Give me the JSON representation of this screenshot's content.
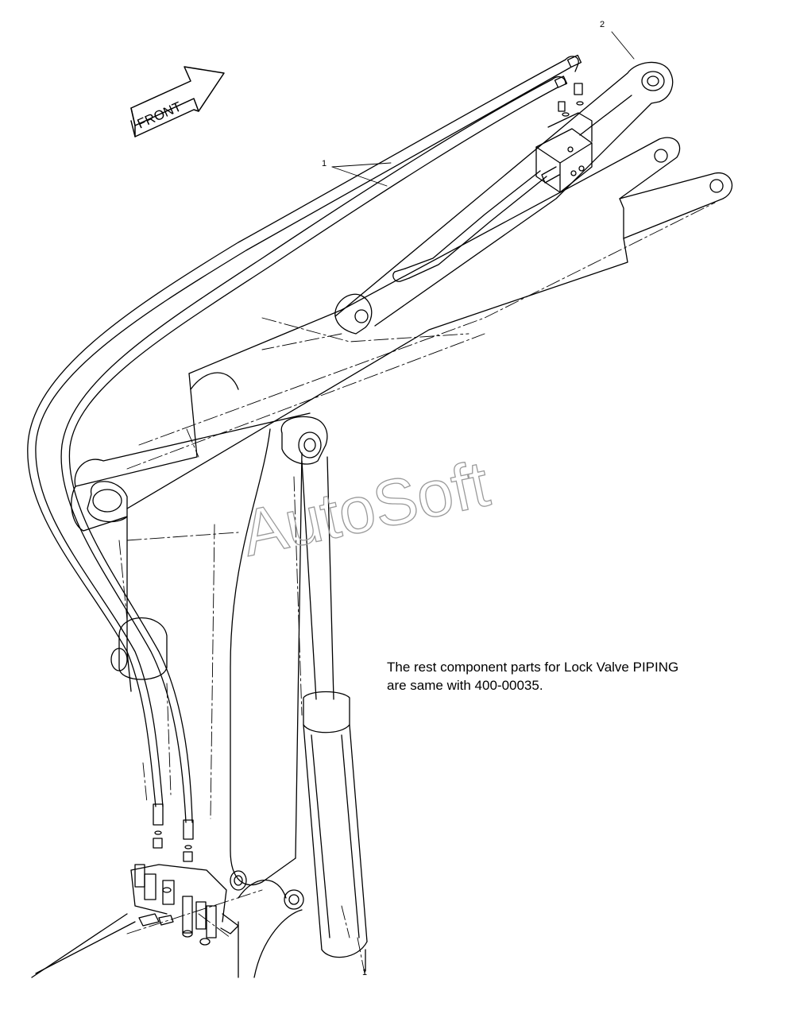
{
  "diagram": {
    "direction_label": "FRONT",
    "callouts": [
      "1",
      "2",
      "1"
    ],
    "watermark": "AutoSoft",
    "note_lines": [
      "The rest component parts for Lock Valve PIPING",
      "are same with 400-00035."
    ]
  },
  "colors": {
    "line": "#000000",
    "background": "#ffffff",
    "watermark_stroke": "#9a9a9a"
  }
}
